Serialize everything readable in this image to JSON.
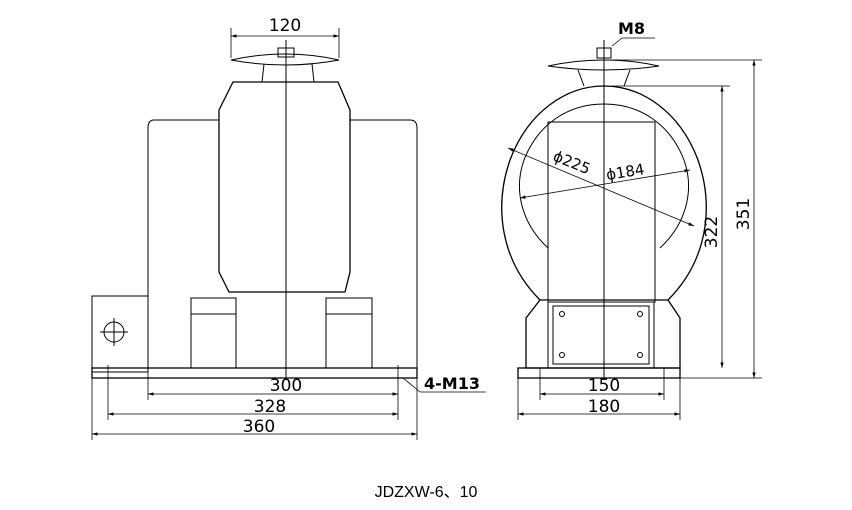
{
  "front_view": {
    "dim_top": "120",
    "dim_inner": "300",
    "dim_middle": "328",
    "dim_outer": "360",
    "hole_note": "4-M13"
  },
  "side_view": {
    "terminal": "M8",
    "dia_outer": "ϕ225",
    "dia_inner": "ϕ184",
    "height_inner": "322",
    "height_outer": "351",
    "width_inner": "150",
    "width_outer": "180"
  },
  "caption": "JDZXW-6、10"
}
